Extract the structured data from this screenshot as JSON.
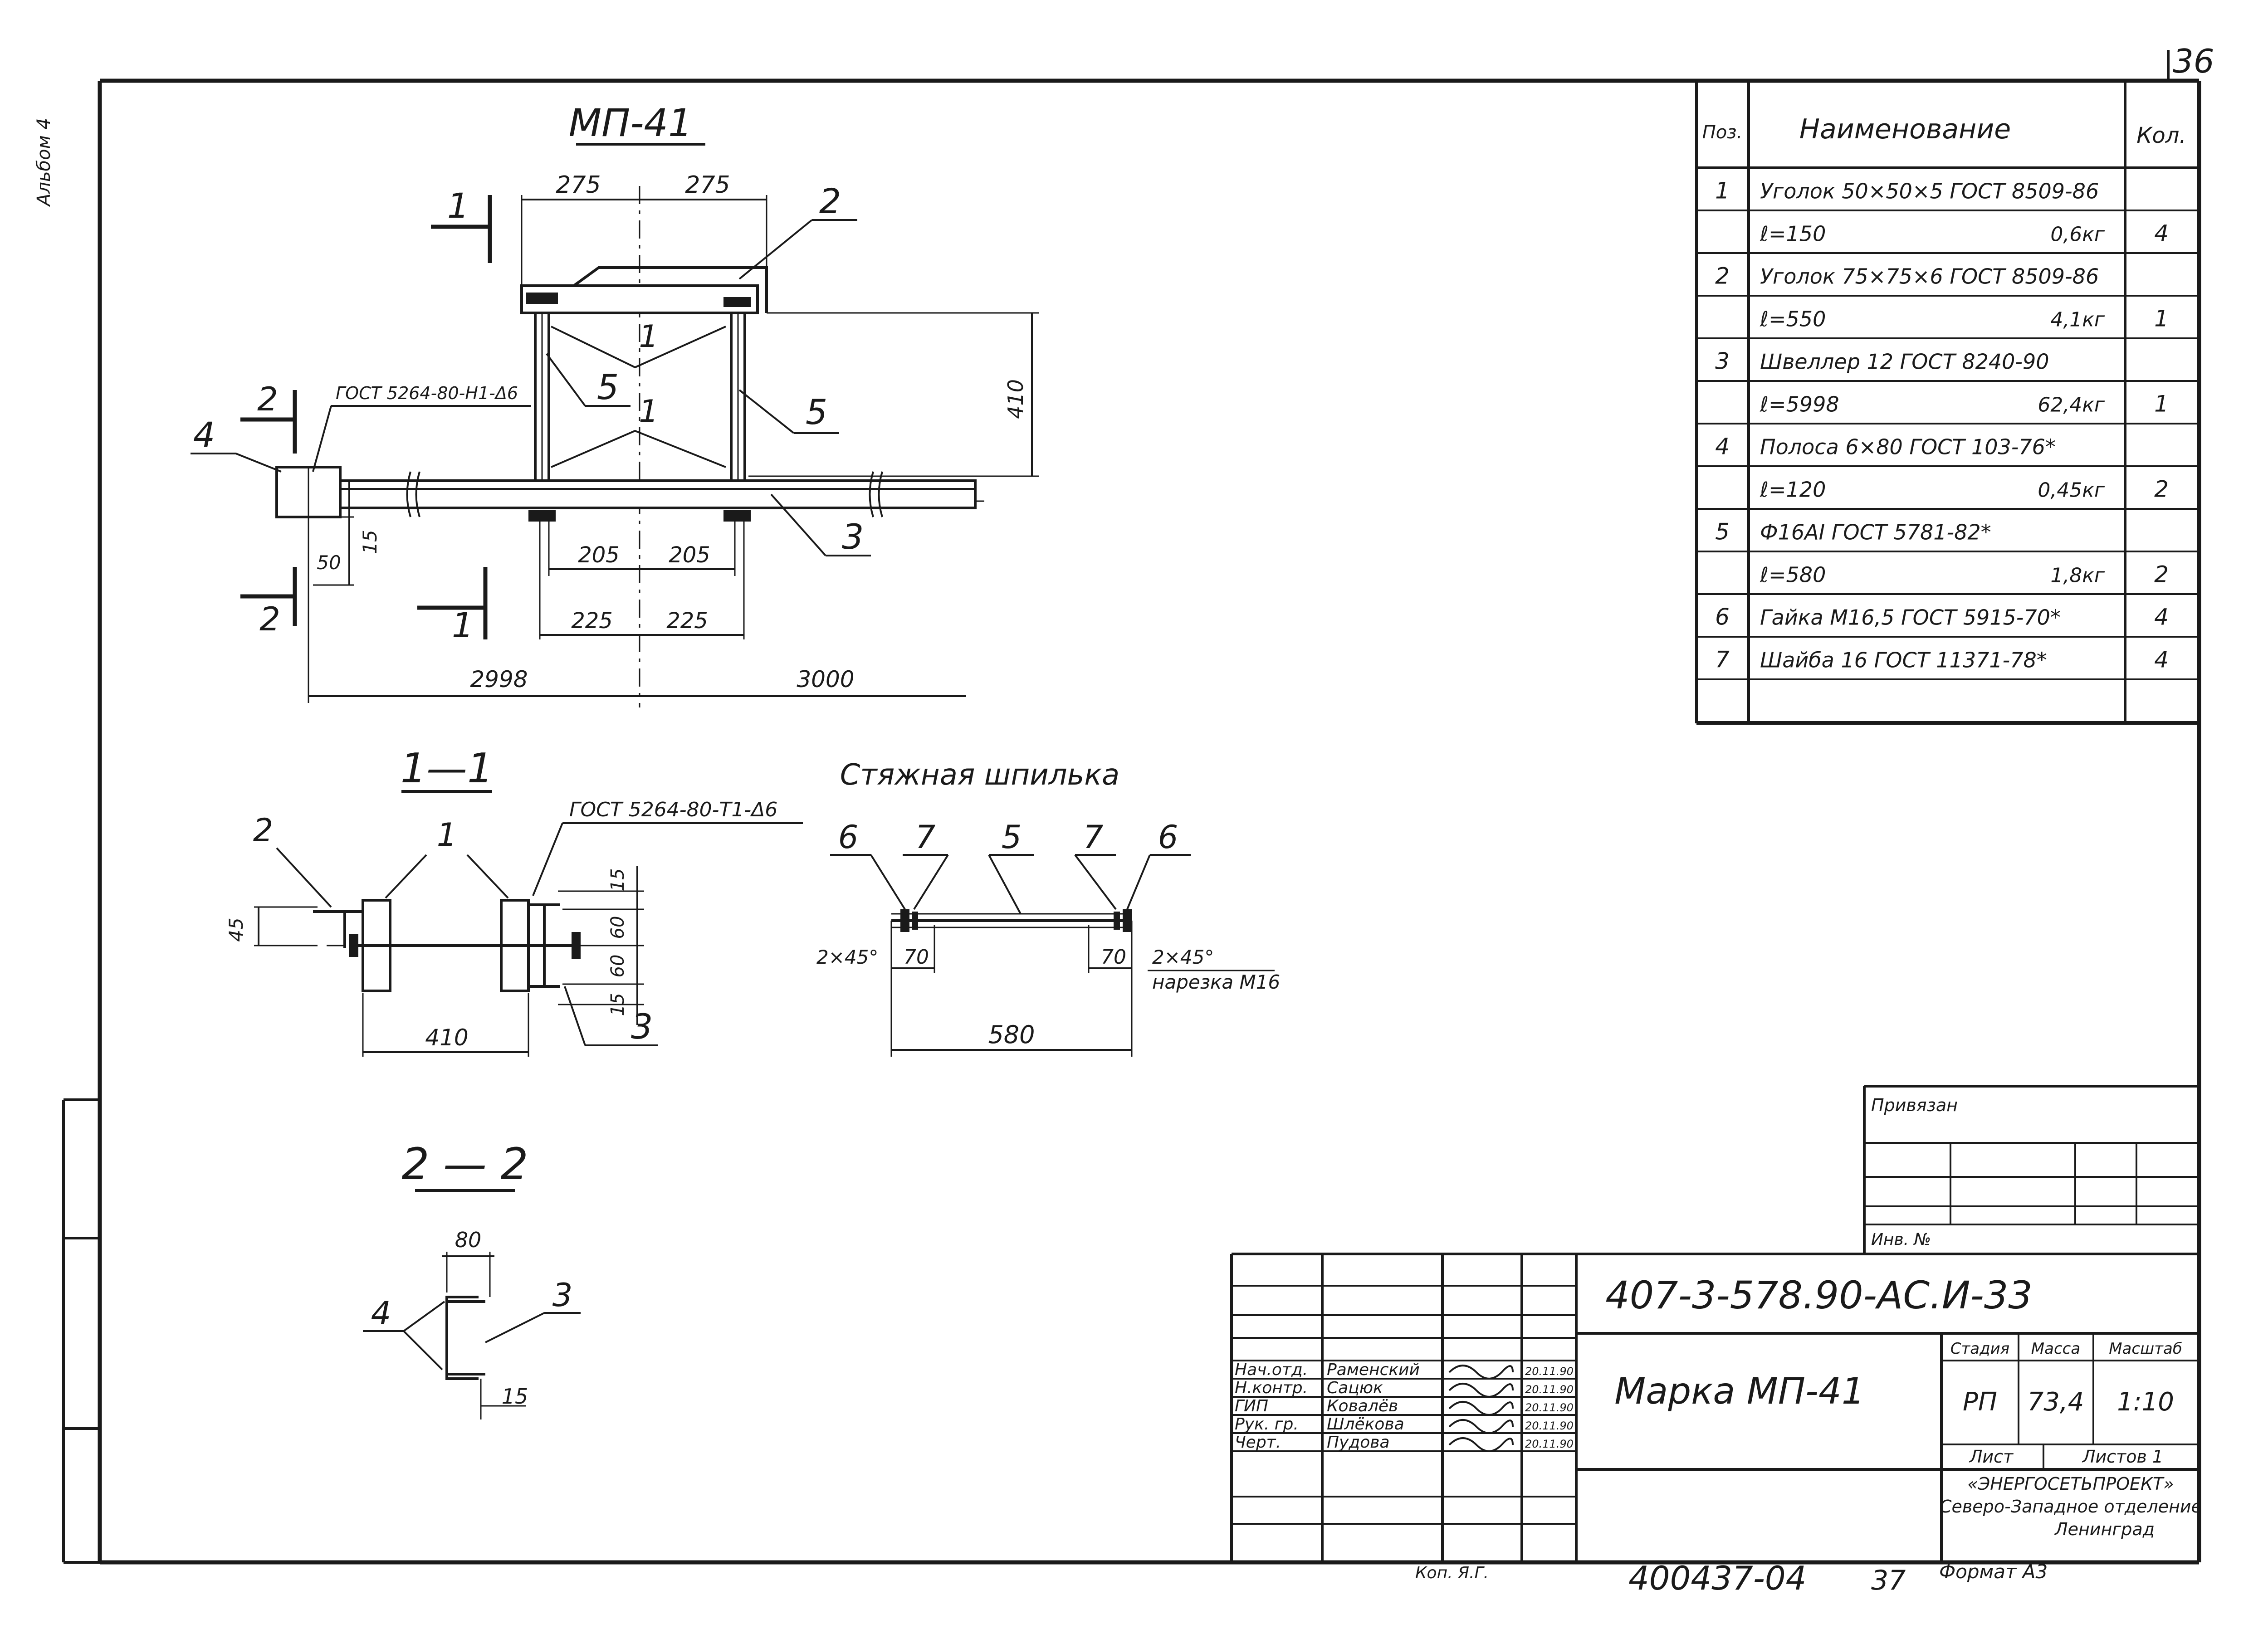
{
  "page": {
    "number": "36",
    "album": "Альбом 4"
  },
  "main_view": {
    "title": "МП-41",
    "dims": {
      "top_left": "275",
      "top_right": "275",
      "height": "410",
      "inner_left": "205",
      "inner_right": "205",
      "lower_left": "225",
      "lower_right": "225",
      "total_left": "2998",
      "total_right": "3000",
      "d15": "15",
      "d50": "50"
    },
    "weld_note": "ГОСТ 5264-80-Н1-Δ6",
    "labels": {
      "p1a": "1",
      "p1b": "1",
      "p2": "2",
      "p3": "3",
      "p4": "4",
      "p5a": "5",
      "p5b": "5"
    },
    "cuts": {
      "c1a": "1",
      "c1b": "1",
      "c2a": "2",
      "c2b": "2"
    }
  },
  "section_1_1": {
    "title": "1—1",
    "weld_note": "ГОСТ 5264-80-Т1-Δ6",
    "labels": {
      "p1": "1",
      "p2": "2",
      "p3": "3"
    },
    "dims": {
      "d45": "45",
      "d15a": "15",
      "d60a": "60",
      "d60b": "60",
      "d15b": "15",
      "width": "410"
    }
  },
  "tie_rod": {
    "title": "Стяжная шпилька",
    "labels": {
      "p6a": "6",
      "p7a": "7",
      "p5": "5",
      "p7b": "7",
      "p6b": "6"
    },
    "dims": {
      "chamfer_left": "2×45°",
      "thread_left": "70",
      "thread_right": "70",
      "chamfer_right": "2×45°",
      "length": "580",
      "thread_note": "нарезка М16"
    }
  },
  "section_2_2": {
    "title": "2 — 2",
    "labels": {
      "p3": "3",
      "p4": "4"
    },
    "dims": {
      "d80": "80",
      "d15": "15"
    }
  },
  "spec_table": {
    "headers": {
      "pos": "Поз.",
      "name": "Наименование",
      "qty": "Кол."
    },
    "rows": [
      {
        "pos": "1",
        "name": "Уголок 50×50×5 ГОСТ 8509-86",
        "mass": "",
        "qty": ""
      },
      {
        "pos": "",
        "name": "ℓ=150",
        "mass": "0,6кг",
        "qty": "4"
      },
      {
        "pos": "2",
        "name": "Уголок 75×75×6 ГОСТ 8509-86",
        "mass": "",
        "qty": ""
      },
      {
        "pos": "",
        "name": "ℓ=550",
        "mass": "4,1кг",
        "qty": "1"
      },
      {
        "pos": "3",
        "name": "Швеллер 12 ГОСТ 8240-90",
        "mass": "",
        "qty": ""
      },
      {
        "pos": "",
        "name": "ℓ=5998",
        "mass": "62,4кг",
        "qty": "1"
      },
      {
        "pos": "4",
        "name": "Полоса 6×80 ГОСТ 103-76*",
        "mass": "",
        "qty": ""
      },
      {
        "pos": "",
        "name": "ℓ=120",
        "mass": "0,45кг",
        "qty": "2"
      },
      {
        "pos": "5",
        "name": "Ф16АI ГОСТ 5781-82*",
        "mass": "",
        "qty": ""
      },
      {
        "pos": "",
        "name": "ℓ=580",
        "mass": "1,8кг",
        "qty": "2"
      },
      {
        "pos": "6",
        "name": "Гайка М16,5 ГОСТ 5915-70*",
        "mass": "",
        "qty": "4"
      },
      {
        "pos": "7",
        "name": "Шайба 16 ГОСТ 11371-78*",
        "mass": "",
        "qty": "4"
      },
      {
        "pos": "",
        "name": "",
        "mass": "",
        "qty": ""
      }
    ]
  },
  "binding_block": {
    "label": "Привязан",
    "inv_label": "Инв. №"
  },
  "title_block": {
    "doc_code": "407-3-578.90-АС.И-33",
    "mark": "Марка МП-41",
    "roles": [
      {
        "role": "Нач.отд.",
        "name": "Раменский",
        "date": "20.11.90"
      },
      {
        "role": "Н.контр.",
        "name": "Сацюк",
        "date": "20.11.90"
      },
      {
        "role": "ГИП",
        "name": "Ковалёв",
        "date": "20.11.90"
      },
      {
        "role": "Рук. гр.",
        "name": "Шлёкова",
        "date": "20.11.90"
      },
      {
        "role": "Черт.",
        "name": "Пудова",
        "date": "20.11.90"
      }
    ],
    "stage_label": "Стадия",
    "stage": "РП",
    "mass_label": "Масса",
    "mass": "73,4",
    "scale_label": "Масштаб",
    "scale": "1:10",
    "sheet_label": "Лист",
    "sheets_label": "Листов 1",
    "org": [
      "«ЭНЕРГОСЕТЬПРОЕКТ»",
      "Северо-Западное отделение",
      "Ленинград"
    ]
  },
  "footer": {
    "copied": "Коп. Я.Г.",
    "archive": "400437-04",
    "sheet_no": "37",
    "format": "Формат А3"
  }
}
